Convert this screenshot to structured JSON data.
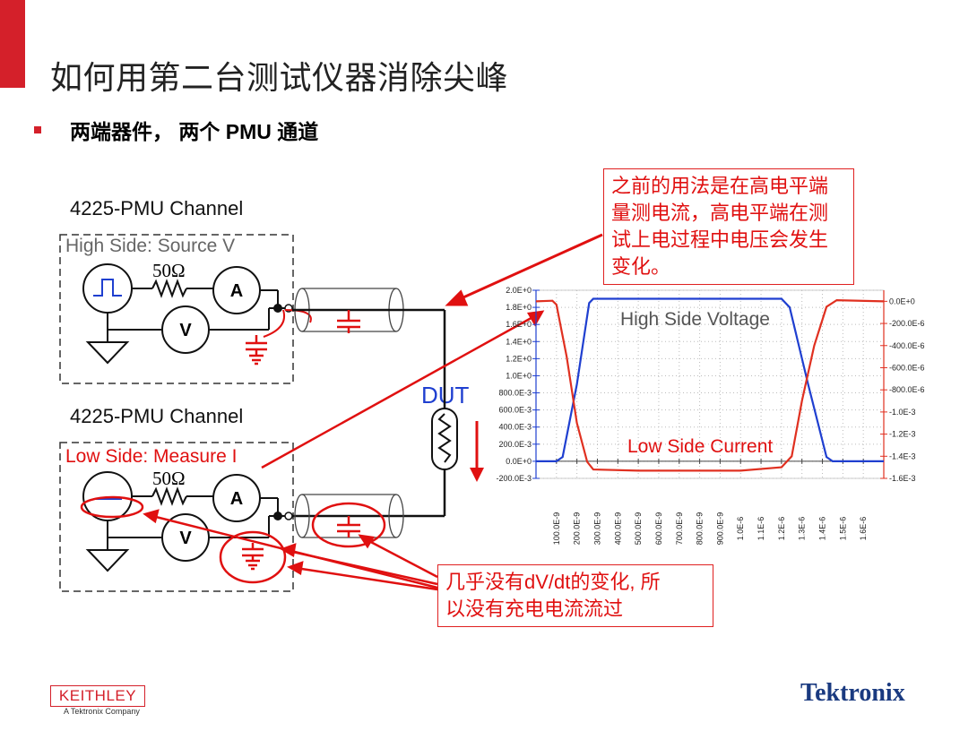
{
  "title": "如何用第二台测试仪器消除尖峰",
  "bullet": "两端器件， 两个 PMU 通道",
  "high_channel": {
    "name": "4225-PMU   Channel",
    "side_label": "High Side: Source V",
    "resistor": "50Ω",
    "ammeter": "A",
    "voltmeter": "V"
  },
  "low_channel": {
    "name": "4225-PMU   Channel",
    "side_label": "Low Side: Measure I",
    "resistor": "50Ω",
    "ammeter": "A",
    "voltmeter": "V"
  },
  "dut_label": "DUT",
  "callout_top": {
    "lines": [
      "之前的用法是在高电平端",
      "量测电流，高电平端在测",
      "试上电过程中电压会发生",
      "变化。"
    ]
  },
  "callout_bottom": {
    "lines": [
      "几乎没有dV/dt的变化, 所",
      "以没有充电电流流过"
    ]
  },
  "colors": {
    "accent": "#d4202a",
    "annotation": "#e01010",
    "voltage_trace": "#1f3fd0",
    "current_trace": "#e03020"
  },
  "chart_data": {
    "type": "line",
    "series_labels": [
      "High Side Voltage",
      "Low Side Current"
    ],
    "x_ticks": [
      "100.0E-9",
      "200.0E-9",
      "300.0E-9",
      "400.0E-9",
      "500.0E-9",
      "600.0E-9",
      "700.0E-9",
      "800.0E-9",
      "900.0E-9",
      "1.0E-6",
      "1.1E-6",
      "1.2E-6",
      "1.3E-6",
      "1.4E-6",
      "1.5E-6",
      "1.6E-6"
    ],
    "y_left_ticks": [
      "2.0E+0",
      "1.8E+0",
      "1.6E+0",
      "1.4E+0",
      "1.2E+0",
      "1.0E+0",
      "800.0E-3",
      "600.0E-3",
      "400.0E-3",
      "200.0E-3",
      "0.0E+0",
      "-200.0E-3"
    ],
    "y_right_ticks": [
      "0.0E+0",
      "-200.0E-6",
      "-400.0E-6",
      "-600.0E-6",
      "-800.0E-6",
      "-1.0E-3",
      "-1.2E-3",
      "-1.4E-3",
      "-1.6E-3"
    ],
    "ylim_left": [
      -0.2,
      2.0
    ],
    "ylim_right": [
      -0.0016,
      0.0001
    ],
    "xlim": [
      0,
      1.7e-06
    ],
    "grid": true,
    "series": [
      {
        "name": "High Side Voltage",
        "axis": "left",
        "color": "#1f3fd0",
        "points": [
          [
            0,
            0
          ],
          [
            1e-07,
            0
          ],
          [
            1.3e-07,
            0.05
          ],
          [
            2e-07,
            0.9
          ],
          [
            2.6e-07,
            1.85
          ],
          [
            2.8e-07,
            1.9
          ],
          [
            1.2e-06,
            1.9
          ],
          [
            1.24e-06,
            1.8
          ],
          [
            1.33e-06,
            0.9
          ],
          [
            1.42e-06,
            0.05
          ],
          [
            1.45e-06,
            0
          ],
          [
            1.7e-06,
            0
          ]
        ]
      },
      {
        "name": "Low Side Current",
        "axis": "right",
        "color": "#e03020",
        "points": [
          [
            0,
            0
          ],
          [
            8e-08,
            5e-06
          ],
          [
            1e-07,
            -3e-05
          ],
          [
            1.5e-07,
            -0.0005
          ],
          [
            2e-07,
            -0.0011
          ],
          [
            2.5e-07,
            -0.00145
          ],
          [
            2.8e-07,
            -0.00152
          ],
          [
            5e-07,
            -0.00153
          ],
          [
            1e-06,
            -0.00153
          ],
          [
            1.2e-06,
            -0.0015
          ],
          [
            1.25e-06,
            -0.0014
          ],
          [
            1.3e-06,
            -0.0009
          ],
          [
            1.36e-06,
            -0.0004
          ],
          [
            1.42e-06,
            -5e-05
          ],
          [
            1.47e-06,
            1e-05
          ],
          [
            1.7e-06,
            0
          ]
        ]
      }
    ]
  },
  "logos": {
    "left": "KEITHLEY",
    "left_sub": "A Tektronix Company",
    "right": "Tektronix"
  }
}
